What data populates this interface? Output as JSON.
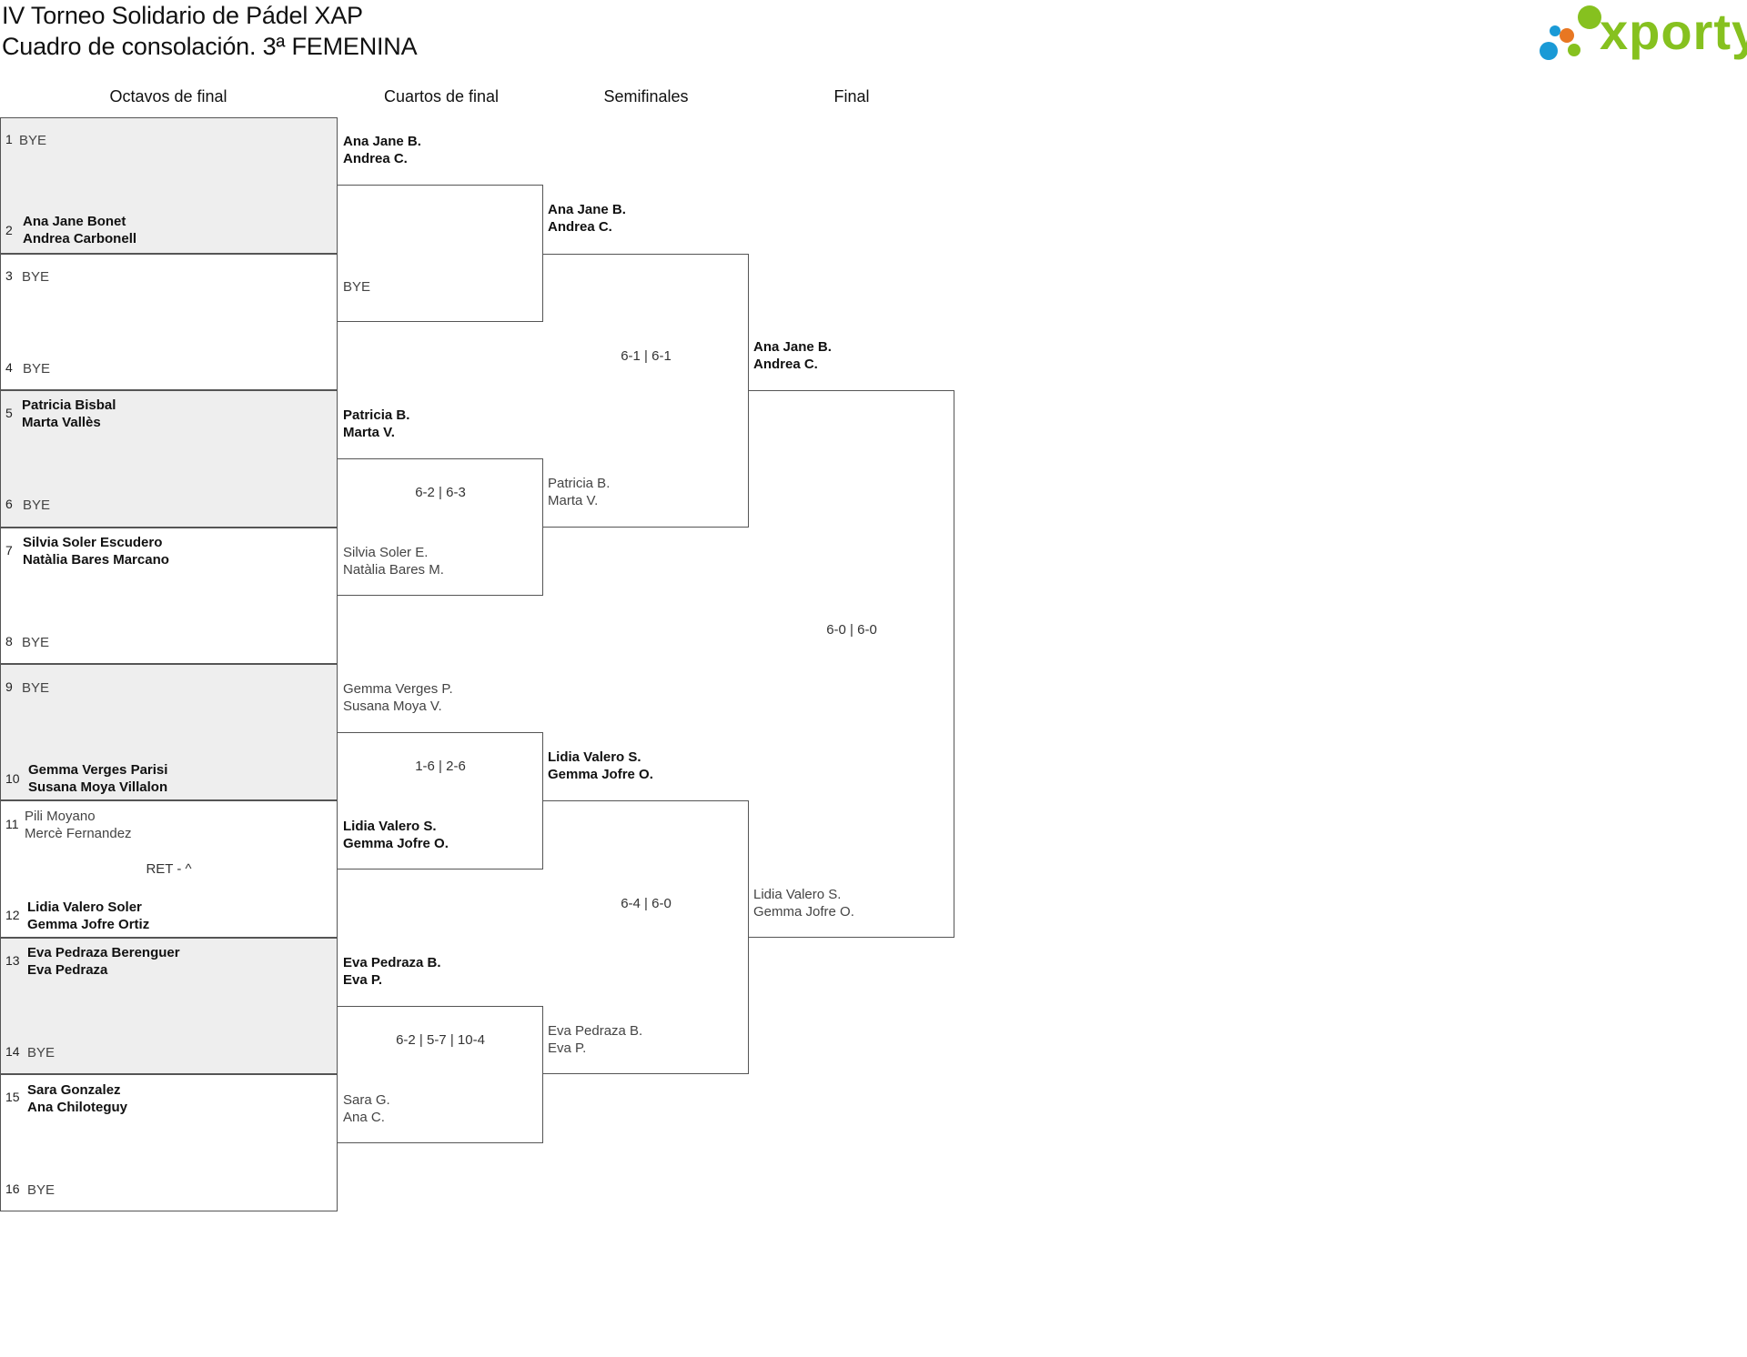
{
  "header": {
    "title": "IV Torneo Solidario de Pádel XAP",
    "subtitle": "Cuadro de consolación. 3ª FEMENINA",
    "brand": "xporty"
  },
  "colors": {
    "brand_green": "#86c11f",
    "brand_blue": "#1a9ad6",
    "brand_orange": "#e87722",
    "shade": "#eeeeee"
  },
  "rounds": {
    "r16": "Octavos de final",
    "qf": "Cuartos de final",
    "sf": "Semifinales",
    "final": "Final"
  },
  "r16": [
    {
      "seed": "1",
      "p1": "BYE",
      "p2": ""
    },
    {
      "seed": "2",
      "p1": "Ana Jane Bonet",
      "p2": "Andrea Carbonell"
    },
    {
      "seed": "3",
      "p1": "BYE",
      "p2": ""
    },
    {
      "seed": "4",
      "p1": "BYE",
      "p2": ""
    },
    {
      "seed": "5",
      "p1": "Patricia Bisbal",
      "p2": "Marta Vallès"
    },
    {
      "seed": "6",
      "p1": "BYE",
      "p2": ""
    },
    {
      "seed": "7",
      "p1": "Silvia Soler Escudero",
      "p2": "Natàlia Bares Marcano"
    },
    {
      "seed": "8",
      "p1": "BYE",
      "p2": ""
    },
    {
      "seed": "9",
      "p1": "BYE",
      "p2": ""
    },
    {
      "seed": "10",
      "p1": "Gemma Verges Parisi",
      "p2": "Susana Moya Villalon"
    },
    {
      "seed": "11",
      "p1": "Pili Moyano",
      "p2": "Mercè Fernandez"
    },
    {
      "seed": "12",
      "p1": "Lidia Valero Soler",
      "p2": "Gemma Jofre Ortiz"
    },
    {
      "seed": "13",
      "p1": "Eva Pedraza Berenguer",
      "p2": "Eva Pedraza"
    },
    {
      "seed": "14",
      "p1": "BYE",
      "p2": ""
    },
    {
      "seed": "15",
      "p1": "Sara Gonzalez",
      "p2": "Ana Chiloteguy"
    },
    {
      "seed": "16",
      "p1": "BYE",
      "p2": ""
    }
  ],
  "r16_result_6": "RET - ^",
  "qf": [
    {
      "p1": "Ana Jane B.",
      "p2": "Andrea C."
    },
    {
      "p1": "BYE",
      "p2": ""
    },
    {
      "p1": "Patricia B.",
      "p2": "Marta V."
    },
    {
      "p1": "Silvia Soler E.",
      "p2": "Natàlia Bares M."
    },
    {
      "p1": "Gemma Verges P.",
      "p2": "Susana Moya V."
    },
    {
      "p1": "Lidia Valero S.",
      "p2": "Gemma Jofre O."
    },
    {
      "p1": "Eva Pedraza B.",
      "p2": "Eva P."
    },
    {
      "p1": "Sara G.",
      "p2": "Ana C."
    }
  ],
  "qf_scores": [
    "",
    "6-2 | 6-3",
    "1-6 | 2-6",
    "6-2 | 5-7 | 10-4"
  ],
  "sf": [
    {
      "p1": "Ana Jane B.",
      "p2": "Andrea C."
    },
    {
      "p1": "Patricia B.",
      "p2": "Marta V."
    },
    {
      "p1": "Lidia Valero S.",
      "p2": "Gemma Jofre O."
    },
    {
      "p1": "Eva Pedraza B.",
      "p2": "Eva P."
    }
  ],
  "sf_scores": [
    "6-1 | 6-1",
    "6-4 | 6-0"
  ],
  "final": [
    {
      "p1": "Ana Jane B.",
      "p2": "Andrea C."
    },
    {
      "p1": "Lidia Valero S.",
      "p2": "Gemma Jofre O."
    }
  ],
  "final_score": "6-0 | 6-0"
}
